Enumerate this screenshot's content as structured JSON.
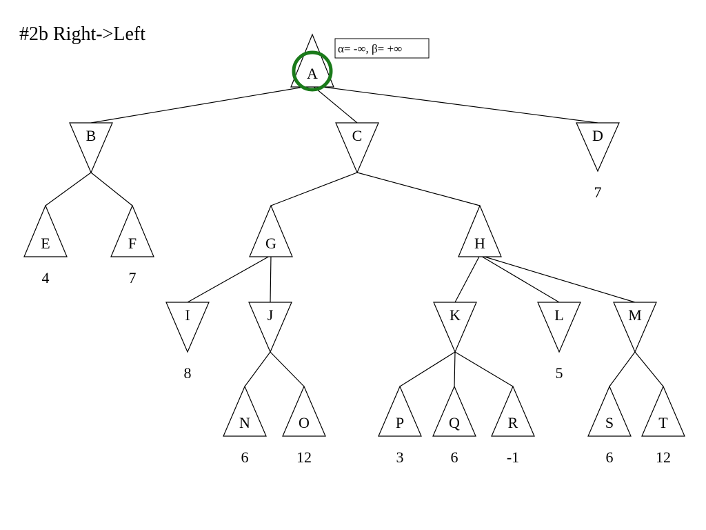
{
  "title": "#2b Right->Left",
  "annotation": {
    "alpha_beta": "α= -∞, β= +∞"
  },
  "highlight": {
    "node": "A",
    "color": "#1a7a1a"
  },
  "nodes": {
    "A": {
      "label": "A",
      "type": "max"
    },
    "B": {
      "label": "B",
      "type": "min"
    },
    "C": {
      "label": "C",
      "type": "min"
    },
    "D": {
      "label": "D",
      "type": "min",
      "value": "7"
    },
    "E": {
      "label": "E",
      "type": "max",
      "value": "4"
    },
    "F": {
      "label": "F",
      "type": "max",
      "value": "7"
    },
    "G": {
      "label": "G",
      "type": "max"
    },
    "H": {
      "label": "H",
      "type": "max"
    },
    "I": {
      "label": "I",
      "type": "min",
      "value": "8"
    },
    "J": {
      "label": "J",
      "type": "min"
    },
    "K": {
      "label": "K",
      "type": "min"
    },
    "L": {
      "label": "L",
      "type": "min",
      "value": "5"
    },
    "M": {
      "label": "M",
      "type": "min"
    },
    "N": {
      "label": "N",
      "type": "max",
      "value": "6"
    },
    "O": {
      "label": "O",
      "type": "max",
      "value": "12"
    },
    "P": {
      "label": "P",
      "type": "max",
      "value": "3"
    },
    "Q": {
      "label": "Q",
      "type": "max",
      "value": "6"
    },
    "R": {
      "label": "R",
      "type": "max",
      "value": "-1"
    },
    "S": {
      "label": "S",
      "type": "max",
      "value": "6"
    },
    "T": {
      "label": "T",
      "type": "max",
      "value": "12"
    }
  },
  "edges": [
    [
      "A",
      "B"
    ],
    [
      "A",
      "C"
    ],
    [
      "A",
      "D"
    ],
    [
      "B",
      "E"
    ],
    [
      "B",
      "F"
    ],
    [
      "C",
      "G"
    ],
    [
      "C",
      "H"
    ],
    [
      "G",
      "I"
    ],
    [
      "G",
      "J"
    ],
    [
      "H",
      "K"
    ],
    [
      "H",
      "L"
    ],
    [
      "H",
      "M"
    ],
    [
      "J",
      "N"
    ],
    [
      "J",
      "O"
    ],
    [
      "K",
      "P"
    ],
    [
      "K",
      "Q"
    ],
    [
      "K",
      "R"
    ],
    [
      "M",
      "S"
    ],
    [
      "M",
      "T"
    ]
  ]
}
